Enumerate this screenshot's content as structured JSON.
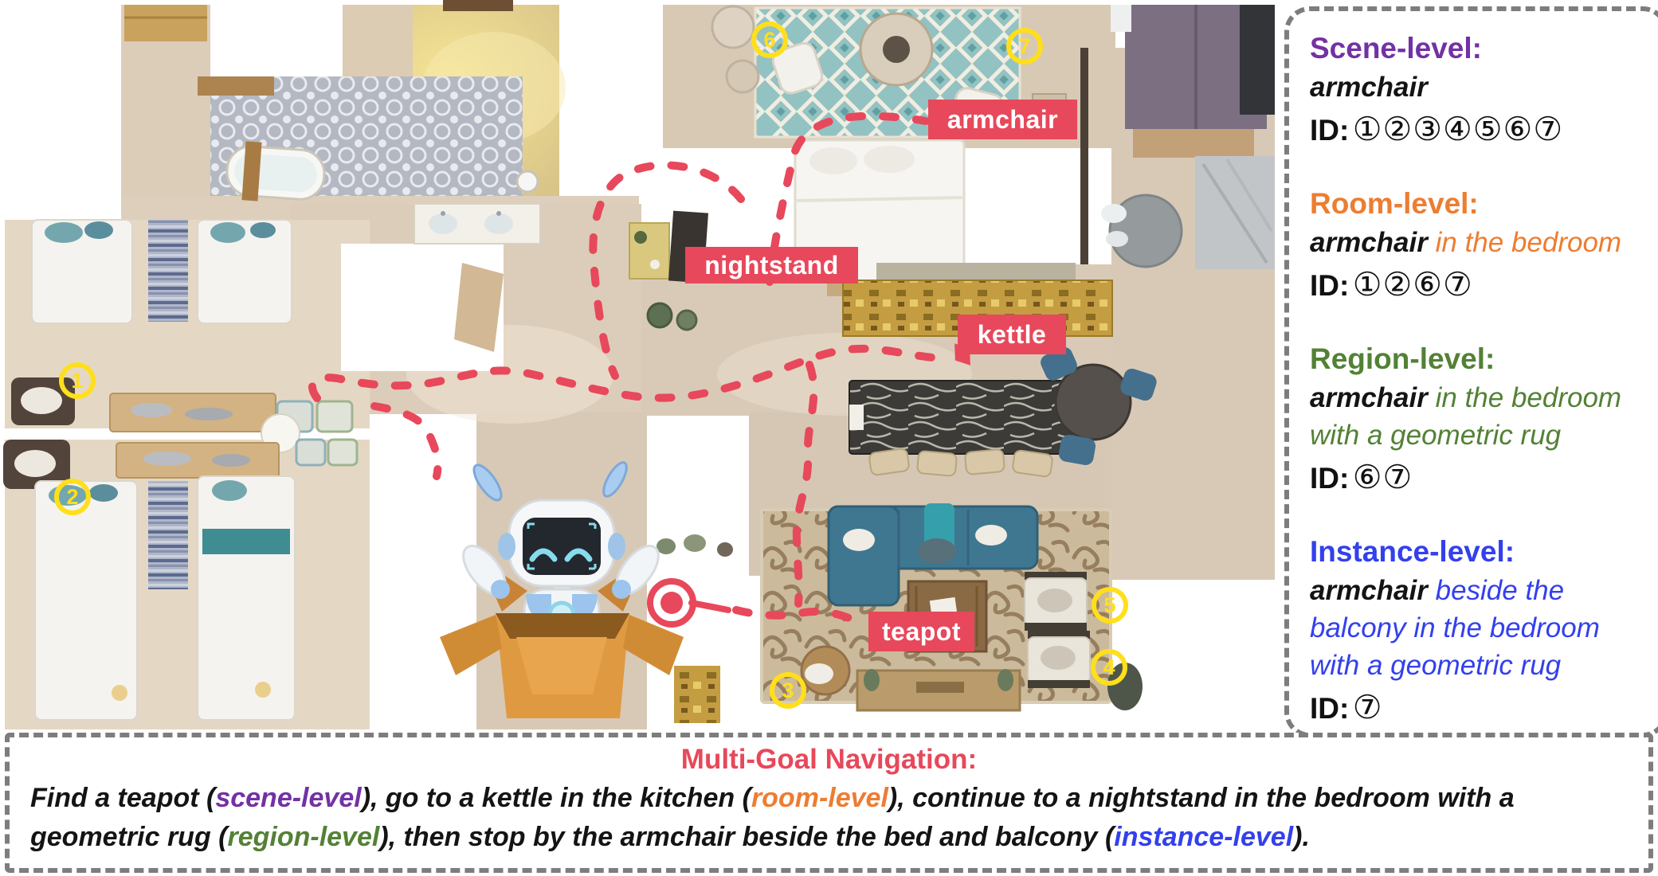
{
  "panel": {
    "scene": {
      "title": "Scene-level:",
      "object": "armchair",
      "id_label": "ID:",
      "ids": "①②③④⑤⑥⑦"
    },
    "room": {
      "title": "Room-level:",
      "object": "armchair",
      "qualifier": " in the bedroom",
      "id_label": "ID:",
      "ids": "①②⑥⑦"
    },
    "region": {
      "title": "Region-level:",
      "object": "armchair",
      "qualifier": " in the bedroom with a geometric rug",
      "id_label": "ID:",
      "ids": "⑥⑦"
    },
    "instance": {
      "title": "Instance-level:",
      "object": "armchair",
      "qualifier": " beside the balcony in the bedroom with a geometric rug",
      "id_label": "ID:",
      "ids": "⑦"
    }
  },
  "map": {
    "labels": {
      "armchair": "armchair",
      "nightstand": "nightstand",
      "kettle": "kettle",
      "teapot": "teapot"
    },
    "ids": [
      "1",
      "2",
      "3",
      "4",
      "5",
      "6",
      "7"
    ]
  },
  "task": {
    "title": "Multi-Goal Navigation:",
    "segments": [
      {
        "t": "Find a teapot (",
        "c": "k"
      },
      {
        "t": "scene-level",
        "c": "scene"
      },
      {
        "t": "), go to a kettle in the kitchen (",
        "c": "k"
      },
      {
        "t": "room-level",
        "c": "room"
      },
      {
        "t": "), continue to a nightstand in the bedroom with a geometric rug (",
        "c": "k"
      },
      {
        "t": "region-level",
        "c": "region"
      },
      {
        "t": "), then stop by the armchair beside the bed and balcony (",
        "c": "k"
      },
      {
        "t": "instance-level",
        "c": "instance"
      },
      {
        "t": ").",
        "c": "k"
      }
    ]
  },
  "colors": {
    "label_red": "#e8485b",
    "path_red": "#e8485b",
    "circle_yellow": "#ffdf1b",
    "scene_purple": "#7331a5",
    "room_orange": "#ed7d31",
    "region_green": "#538135",
    "instance_blue": "#3340ec",
    "border_gray": "#7d7d7d"
  }
}
